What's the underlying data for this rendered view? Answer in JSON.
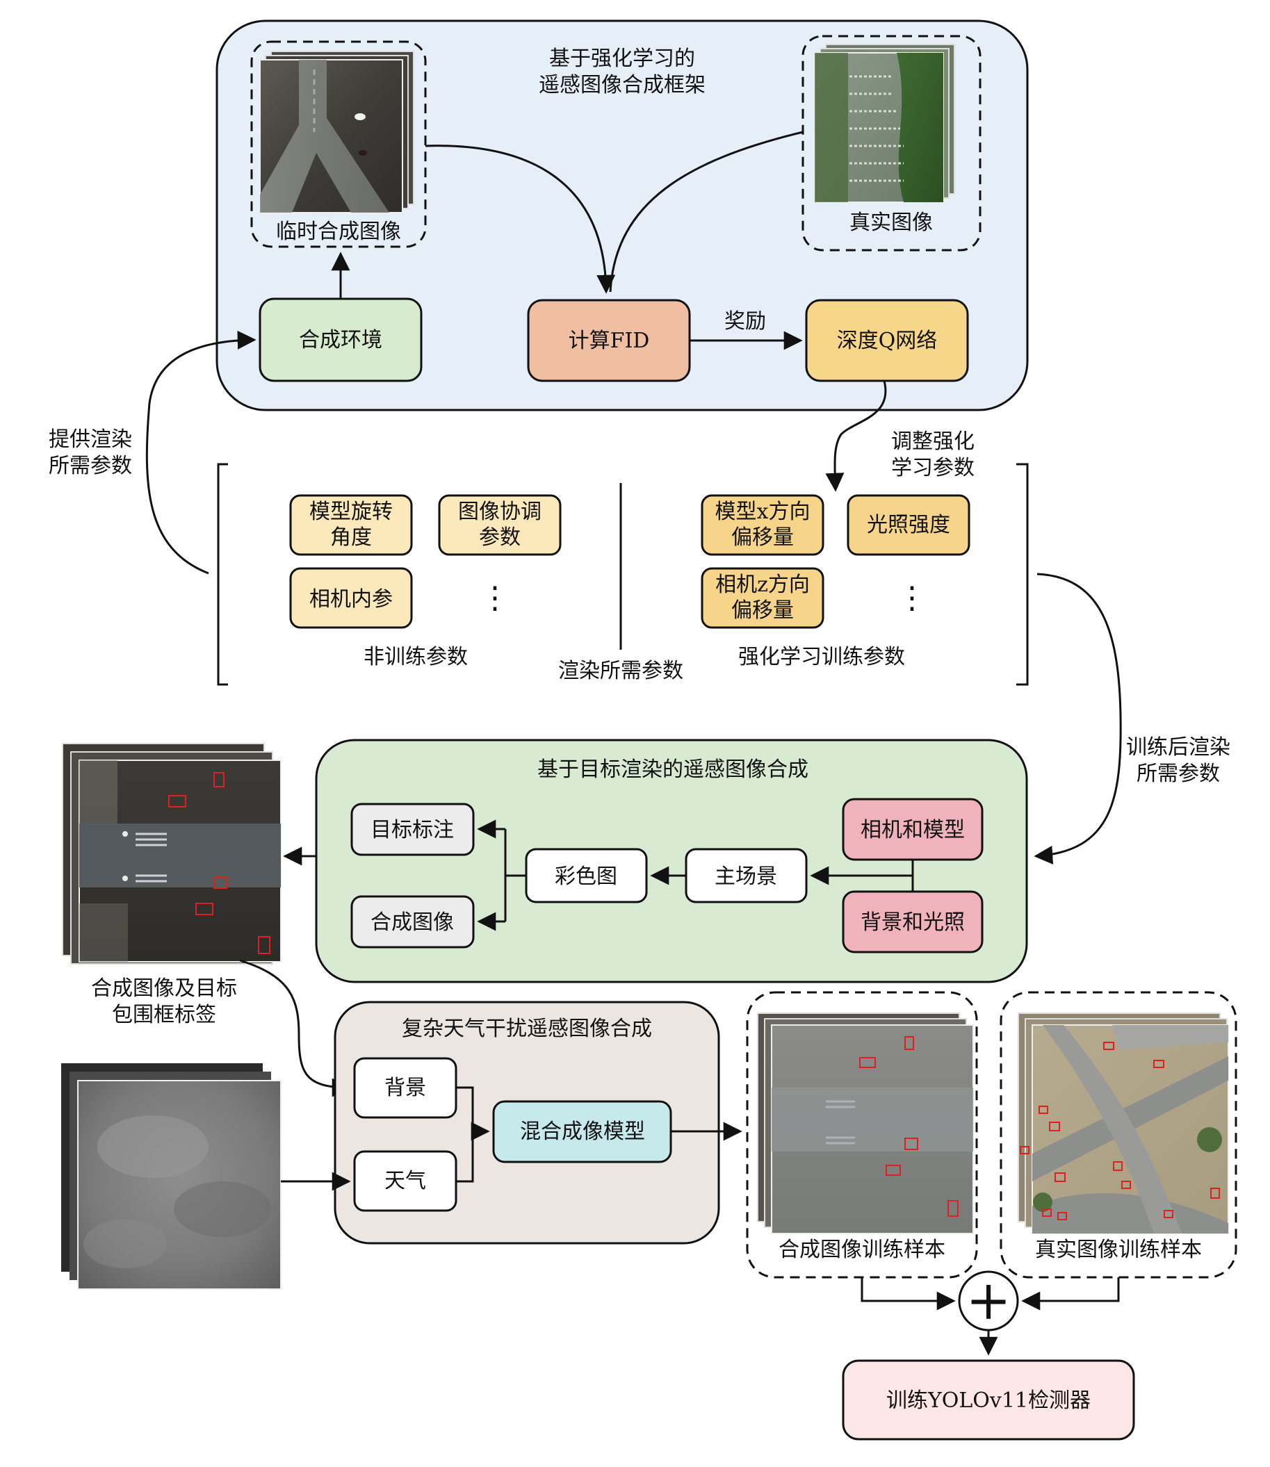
{
  "rl_framework": {
    "title_line1": "基于强化学习的",
    "title_line2": "遥感图像合成框架",
    "temp_images_label": "临时合成图像",
    "real_images_label": "真实图像",
    "env_box": "合成环境",
    "fid_box": "计算FID",
    "reward_label": "奖励",
    "dqn_box": "深度Q网络"
  },
  "side_labels": {
    "provide_line1": "提供渲染",
    "provide_line2": "所需参数",
    "adjust_line1": "调整强化",
    "adjust_line2": "学习参数",
    "trained_line1": "训练后渲染",
    "trained_line2": "所需参数"
  },
  "params": {
    "non_train": [
      {
        "line1": "模型旋转",
        "line2": "角度"
      },
      {
        "line1": "图像协调",
        "line2": "参数"
      },
      {
        "line1": "相机内参",
        "line2": ""
      }
    ],
    "non_train_label": "非训练参数",
    "render_label": "渲染所需参数",
    "rl_train": [
      {
        "line1": "模型x方向",
        "line2": "偏移量"
      },
      {
        "line1": "光照强度",
        "line2": ""
      },
      {
        "line1": "相机z方向",
        "line2": "偏移量"
      }
    ],
    "rl_train_label": "强化学习训练参数",
    "ellipsis": "⋮"
  },
  "target_render": {
    "title": "基于目标渲染的遥感图像合成",
    "target_label_box": "目标标注",
    "synth_image_box": "合成图像",
    "color_image_box": "彩色图",
    "main_scene_box": "主场景",
    "camera_model_box": "相机和模型",
    "bg_light_box": "背景和光照"
  },
  "output_label_line1": "合成图像及目标",
  "output_label_line2": "包围框标签",
  "weather": {
    "title": "复杂天气干扰遥感图像合成",
    "background_box": "背景",
    "weather_box": "天气",
    "mixing_box": "混合成像模型"
  },
  "samples": {
    "synth_train": "合成图像训练样本",
    "real_train": "真实图像训练样本"
  },
  "plus_symbol": "+",
  "detector_box": "训练YOLOv11检测器",
  "colors": {
    "rl_panel": "#e6eef8",
    "target_panel": "#d8ebd2",
    "weather_panel": "#ebe6e2",
    "env_box": "#d7ebcf",
    "fid_box": "#f0bfa2",
    "dqn_box": "#f6d789",
    "light_param": "#fbe8bb",
    "dark_param": "#f6d48a",
    "pink_box": "#f0b3bb",
    "gray_box": "#ececec",
    "cyan_box": "#c6e9ec",
    "detector_box": "#fde6e6"
  }
}
